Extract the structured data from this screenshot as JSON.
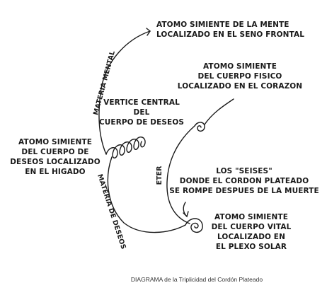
{
  "labels": {
    "mente": [
      "ATOMO SIMIENTE DE LA MENTE",
      "LOCALIZADO EN EL SENO FRONTAL"
    ],
    "fisico": [
      "ATOMO SIMIENTE",
      "DEL CUERPO FISICO",
      "LOCALIZADO EN EL CORAZON"
    ],
    "vertice": [
      "VERTICE CENTRAL",
      "DEL",
      "CUERPO DE DESEOS"
    ],
    "deseos": [
      "ATOMO SIMIENTE",
      "DEL CUERPO DE",
      "DESEOS LOCALIZADO",
      "EN EL HIGADO"
    ],
    "seises": [
      "LOS \"SEISES\"",
      "DONDE EL CORDON PLATEADO",
      "SE ROMPE DESPUES DE LA MUERTE"
    ],
    "vital": [
      "ATOMO SIMIENTE",
      "DEL CUERPO VITAL",
      "LOCALIZADO EN",
      "EL PLEXO SOLAR"
    ]
  },
  "cord_labels": {
    "materia_mental": "MATERIA MENTAL",
    "eter": "ETER",
    "materia_deseos": "MATERIA DE DESEOS"
  },
  "caption": "DIAGRAMA de la Triplicidad del Cordón Plateado"
}
